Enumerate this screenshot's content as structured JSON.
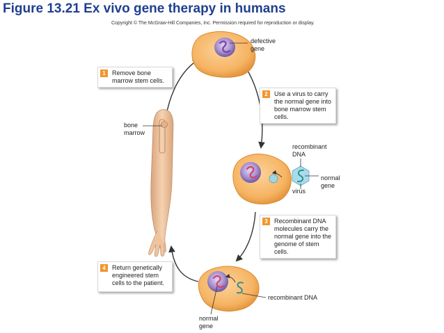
{
  "title": "Figure 13.21 Ex vivo gene therapy in humans",
  "copyright": "Copyright © The McGraw-Hill Companies, Inc. Permission required for reproduction or display.",
  "labels": {
    "defective_gene": "defective gene",
    "bone_marrow": "bone marrow",
    "recombinant_dna_top": "recombinant DNA",
    "normal_gene_right": "normal gene",
    "virus": "virus",
    "recombinant_dna_bottom": "recombinant DNA",
    "normal_gene_bottom": "normal gene"
  },
  "steps": [
    {
      "number": "1",
      "text": "Remove bone marrow stem cells."
    },
    {
      "number": "2",
      "text": "Use a virus to carry the normal gene into bone marrow stem cells."
    },
    {
      "number": "3",
      "text": "Recombinant DNA molecules carry the normal gene into the genome of stem cells."
    },
    {
      "number": "4",
      "text": "Return genetically engineered stem cells to the patient."
    }
  ],
  "colors": {
    "title": "#1f3f8f",
    "cell": "#f6b463",
    "nucleus": "#9c86c4",
    "step_number": "#f0962e",
    "virus": "#9fd6e3",
    "dna": "#d2456e"
  }
}
